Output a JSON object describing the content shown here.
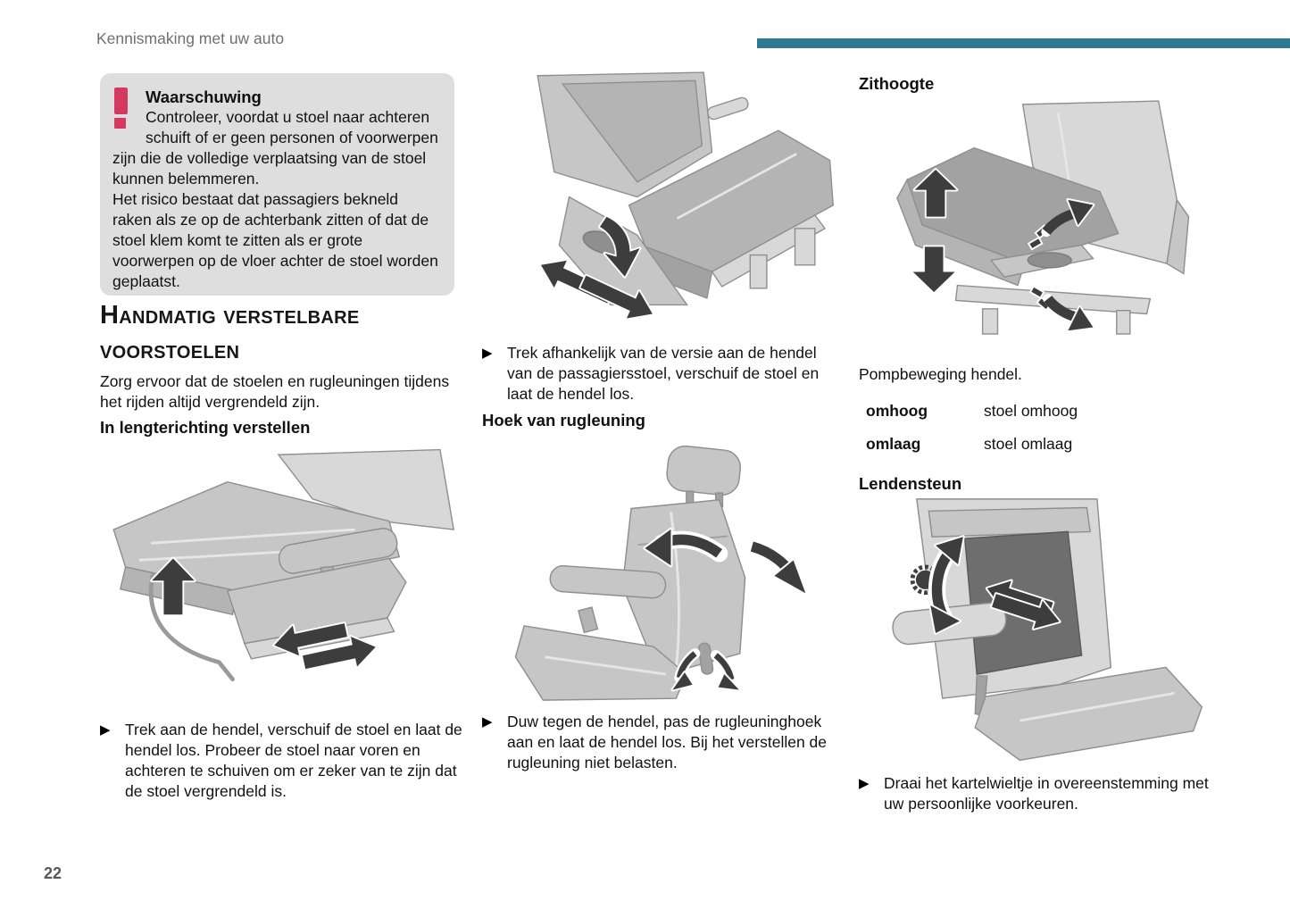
{
  "page": {
    "running_header": "Kennismaking met uw auto",
    "page_number": "22"
  },
  "colors": {
    "accent_bar": "#2e7a93",
    "warning_bg": "#dedede",
    "warning_icon": "#d43a5f"
  },
  "icons": {
    "bullet": "▶",
    "warning": "exclamation-mark"
  },
  "warning_box": {
    "title": "Waarschuwing",
    "paragraphs": [
      "Controleer, voordat u stoel naar achteren schuift of er geen personen of voorwerpen zijn die de volledige verplaatsing van de stoel kunnen belemmeren.",
      "Het risico bestaat dat passagiers bekneld raken als ze op de achterbank zitten of dat de stoel klem komt te zitten als er grote voorwerpen op de vloer achter de stoel worden geplaatst."
    ]
  },
  "sections": {
    "manual_seats": {
      "title": "Handmatig verstelbare voorstoelen",
      "intro": "Zorg ervoor dat de stoelen en rugleuningen tijdens het rijden altijd vergrendeld zijn."
    },
    "lengthwise": {
      "title": "In lengterichting verstellen",
      "instruction_driver": "Trek aan de hendel, verschuif de stoel en laat de hendel los. Probeer de stoel naar voren en achteren te schuiven om er zeker van te zijn dat de stoel vergrendeld is.",
      "instruction_passenger": "Trek afhankelijk van de versie aan de hendel van de passagiersstoel, verschuif de stoel en laat de hendel los."
    },
    "backrest_angle": {
      "title": "Hoek van rugleuning",
      "instruction": "Duw tegen de hendel, pas de rugleuninghoek aan en laat de hendel los. Bij het verstellen de rugleuning niet belasten."
    },
    "seat_height": {
      "title": "Zithoogte",
      "pump_label": "Pompbeweging hendel.",
      "table": {
        "rows": [
          {
            "key": "omhoog",
            "value": "stoel omhoog"
          },
          {
            "key": "omlaag",
            "value": "stoel omlaag"
          }
        ]
      }
    },
    "lumbar": {
      "title": "Lendensteun",
      "instruction": "Draai het kartelwieltje in overeenstemming met uw persoonlijke voorkeuren."
    }
  }
}
